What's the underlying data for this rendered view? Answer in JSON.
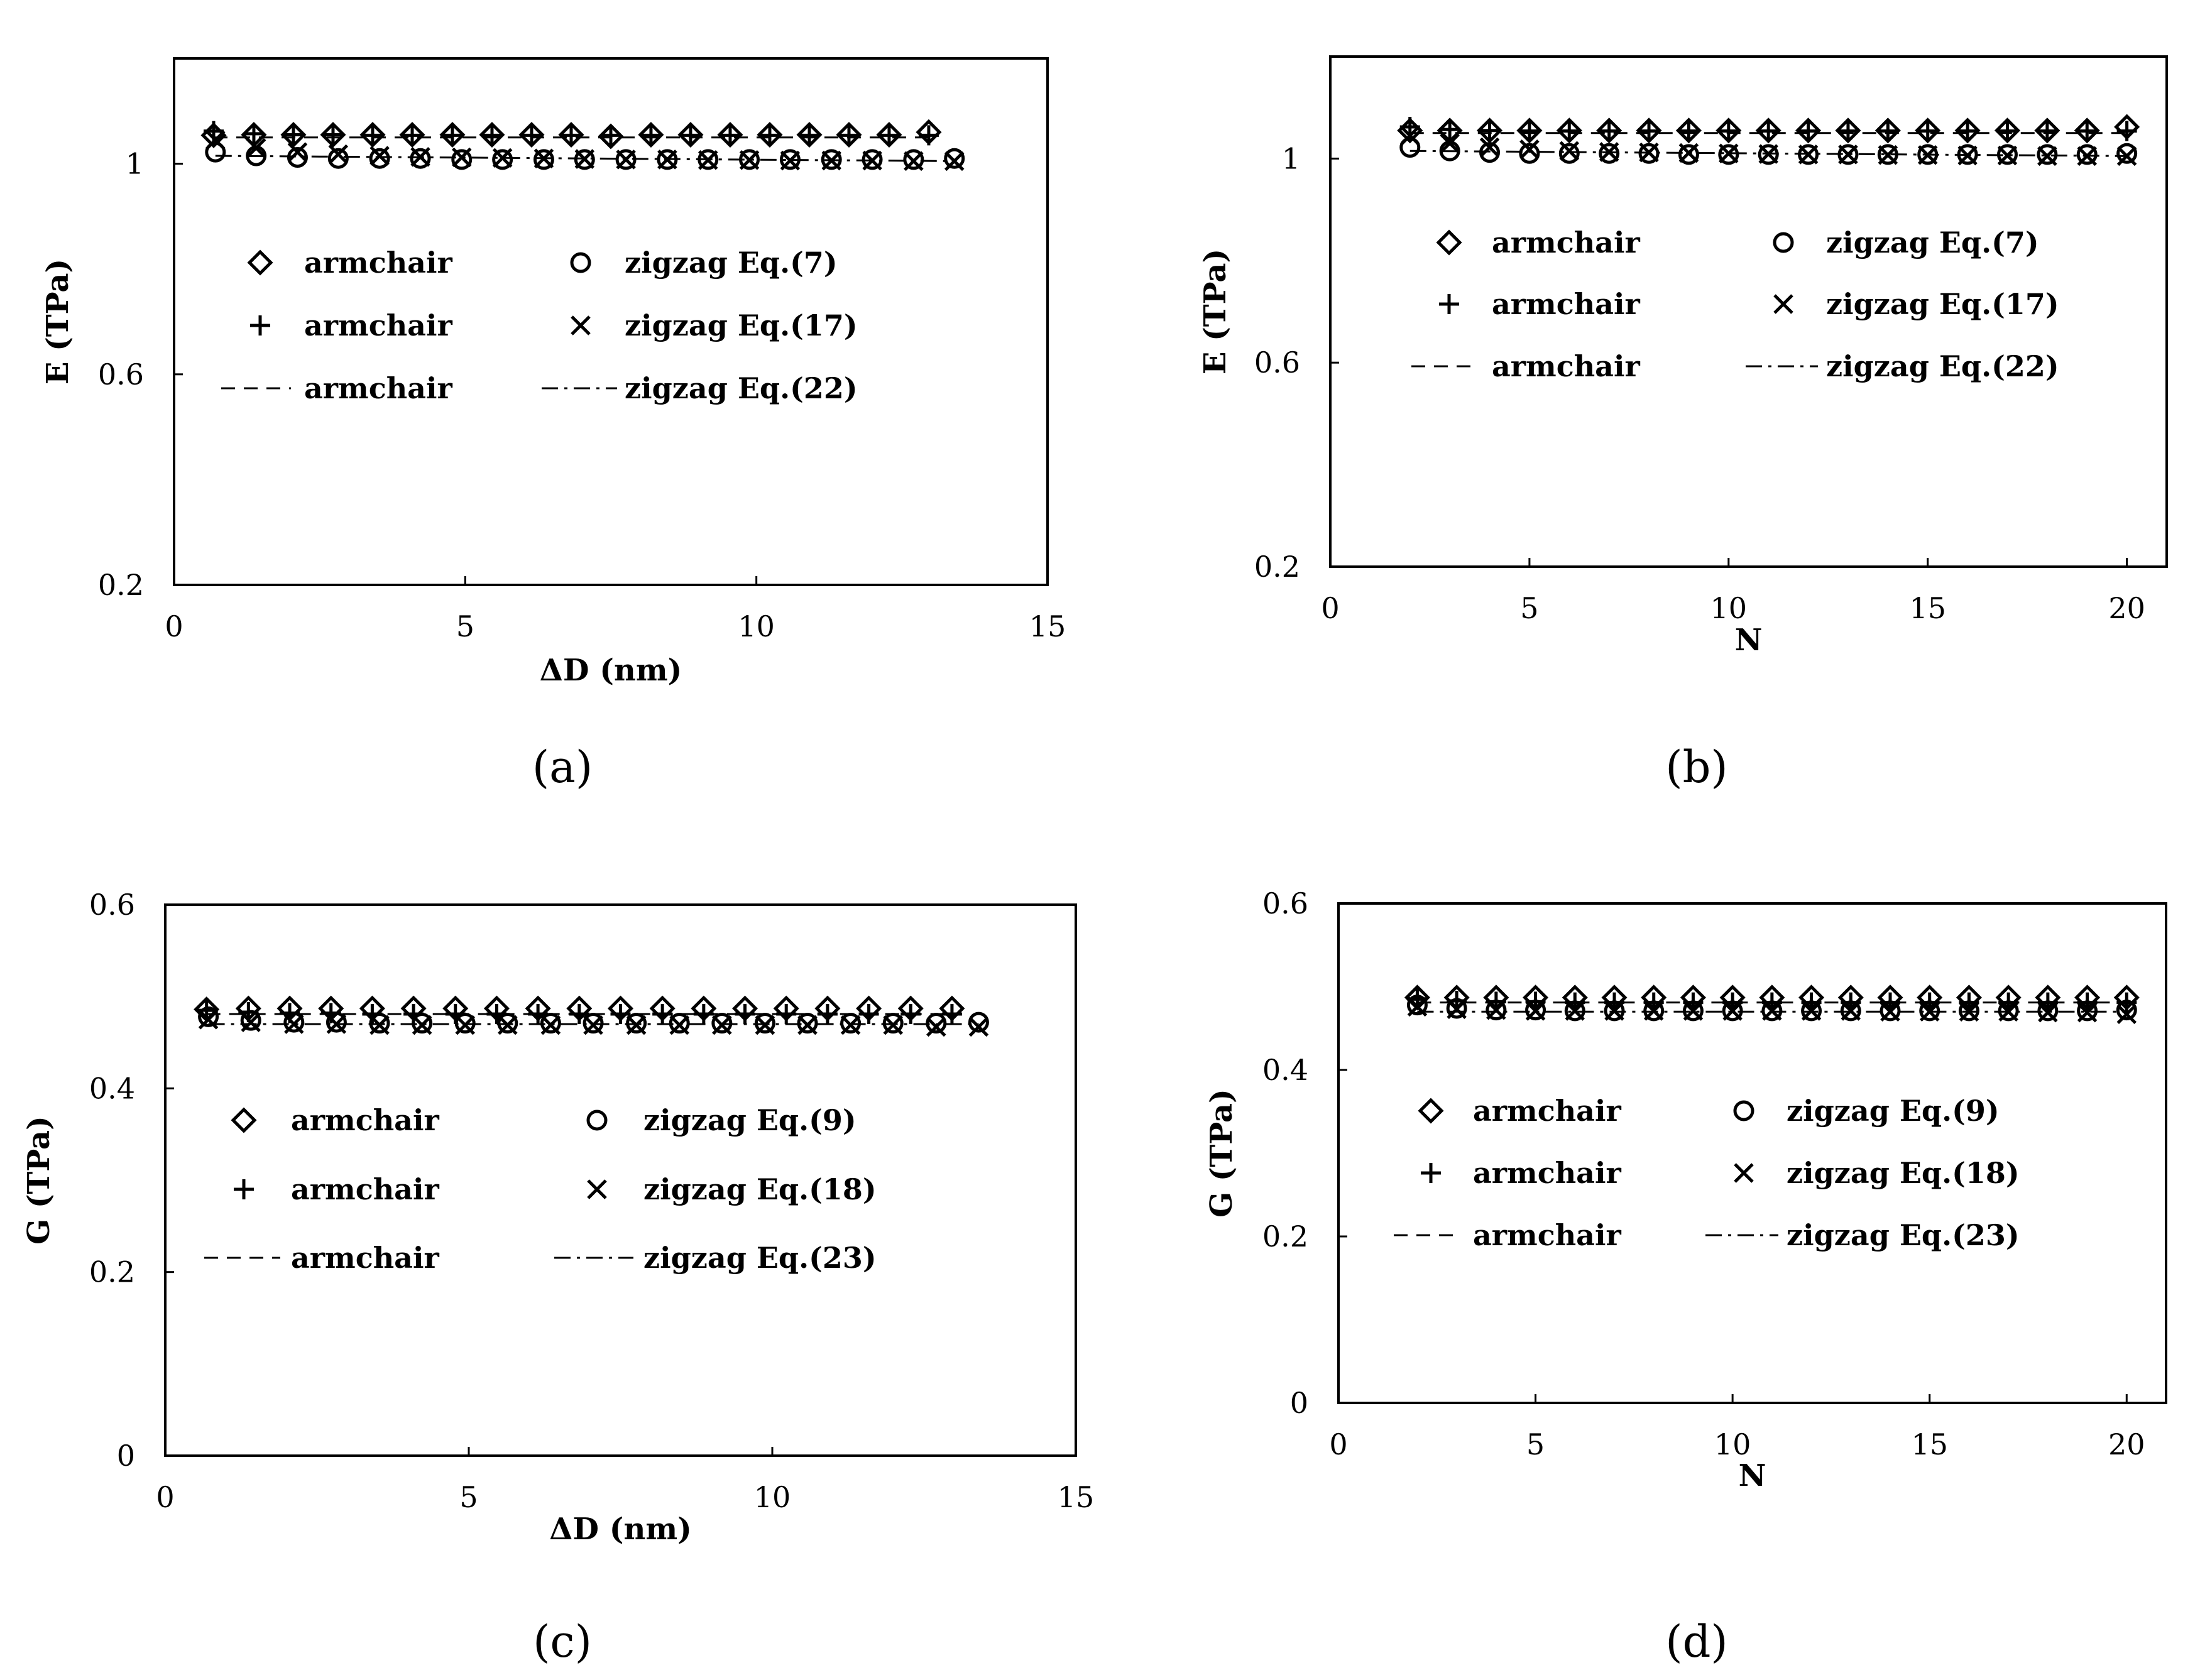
{
  "chart_data": [
    {
      "type": "scatter",
      "panel_label": "(a)",
      "xlabel": "ΔD (nm)",
      "ylabel": "E (TPa)",
      "xlim": [
        0,
        15
      ],
      "ylim": [
        0.2,
        1.2
      ],
      "xticks": [
        0,
        5,
        10,
        15
      ],
      "yticks": [
        0.2,
        0.6,
        1
      ],
      "tick_labels": {
        "x": [
          "0",
          "5",
          "10",
          "15"
        ],
        "y": [
          "0.2",
          "0.6",
          "1"
        ]
      },
      "grid": false,
      "legend_placement": "inside-center-left",
      "series": [
        {
          "name": "armchair",
          "marker": "diamond",
          "x": [
            0.68,
            1.37,
            2.05,
            2.73,
            3.41,
            4.09,
            4.78,
            5.46,
            6.14,
            6.82,
            7.5,
            8.19,
            8.87,
            9.55,
            10.23,
            10.91,
            11.59,
            12.28,
            12.96
          ],
          "y": [
            1.054,
            1.055,
            1.055,
            1.055,
            1.055,
            1.055,
            1.055,
            1.055,
            1.055,
            1.055,
            1.052,
            1.055,
            1.055,
            1.055,
            1.055,
            1.055,
            1.055,
            1.055,
            1.06
          ]
        },
        {
          "name": "zigzag Eq.(7)",
          "marker": "circle",
          "x": [
            0.71,
            1.41,
            2.12,
            2.82,
            3.53,
            4.23,
            4.94,
            5.64,
            6.35,
            7.05,
            7.76,
            8.47,
            9.17,
            9.88,
            10.58,
            11.29,
            11.99,
            12.7,
            13.4
          ],
          "y": [
            1.022,
            1.015,
            1.012,
            1.01,
            1.01,
            1.01,
            1.008,
            1.008,
            1.008,
            1.008,
            1.008,
            1.008,
            1.008,
            1.008,
            1.008,
            1.008,
            1.008,
            1.008,
            1.01
          ]
        },
        {
          "name": "armchair",
          "marker": "plus",
          "x": [
            0.68,
            1.37,
            2.05,
            2.73,
            3.41,
            4.09,
            4.78,
            5.46,
            6.14,
            6.82,
            7.5,
            8.19,
            8.87,
            9.55,
            10.23,
            10.91,
            11.59,
            12.28,
            12.96
          ],
          "y": [
            1.062,
            1.057,
            1.055,
            1.055,
            1.054,
            1.054,
            1.054,
            1.054,
            1.054,
            1.054,
            1.054,
            1.054,
            1.054,
            1.054,
            1.054,
            1.054,
            1.054,
            1.054,
            1.054
          ]
        },
        {
          "name": "zigzag Eq.(17)",
          "marker": "x",
          "x": [
            0.71,
            1.41,
            2.12,
            2.82,
            3.53,
            4.23,
            4.94,
            5.64,
            6.35,
            7.05,
            7.76,
            8.47,
            9.17,
            9.88,
            10.58,
            11.29,
            11.99,
            12.7,
            13.4
          ],
          "y": [
            1.045,
            1.03,
            1.022,
            1.018,
            1.015,
            1.013,
            1.012,
            1.011,
            1.01,
            1.009,
            1.008,
            1.008,
            1.007,
            1.007,
            1.006,
            1.006,
            1.006,
            1.005,
            1.005
          ]
        },
        {
          "name": "armchair",
          "marker": "dashed-line",
          "x": [
            0.68,
            12.96
          ],
          "y": [
            1.05,
            1.05
          ]
        },
        {
          "name": "zigzag Eq.(22)",
          "marker": "dashdot-line",
          "x": [
            0.71,
            13.4
          ],
          "y": [
            1.015,
            1.005
          ]
        }
      ]
    },
    {
      "type": "scatter",
      "panel_label": "(b)",
      "xlabel": "N",
      "ylabel": "E (TPa)",
      "xlim": [
        0,
        21
      ],
      "ylim": [
        0.2,
        1.2
      ],
      "xticks": [
        0,
        5,
        10,
        15,
        20
      ],
      "yticks": [
        0.2,
        0.6,
        1
      ],
      "tick_labels": {
        "x": [
          "0",
          "5",
          "10",
          "15",
          "20"
        ],
        "y": [
          "0.2",
          "0.6",
          "1"
        ]
      },
      "grid": false,
      "legend_placement": "inside-center-left",
      "series": [
        {
          "name": "armchair",
          "marker": "diamond",
          "x": [
            2,
            3,
            4,
            5,
            6,
            7,
            8,
            9,
            10,
            11,
            12,
            13,
            14,
            15,
            16,
            17,
            18,
            19,
            20
          ],
          "y": [
            1.055,
            1.055,
            1.055,
            1.055,
            1.055,
            1.055,
            1.055,
            1.055,
            1.055,
            1.055,
            1.055,
            1.055,
            1.055,
            1.055,
            1.055,
            1.055,
            1.055,
            1.055,
            1.062
          ]
        },
        {
          "name": "zigzag Eq.(7)",
          "marker": "circle",
          "x": [
            2,
            3,
            4,
            5,
            6,
            7,
            8,
            9,
            10,
            11,
            12,
            13,
            14,
            15,
            16,
            17,
            18,
            19,
            20
          ],
          "y": [
            1.022,
            1.015,
            1.012,
            1.01,
            1.01,
            1.01,
            1.01,
            1.008,
            1.008,
            1.008,
            1.008,
            1.008,
            1.008,
            1.008,
            1.008,
            1.008,
            1.008,
            1.008,
            1.01
          ]
        },
        {
          "name": "armchair",
          "marker": "plus",
          "x": [
            2,
            3,
            4,
            5,
            6,
            7,
            8,
            9,
            10,
            11,
            12,
            13,
            14,
            15,
            16,
            17,
            18,
            19,
            20
          ],
          "y": [
            1.062,
            1.057,
            1.055,
            1.054,
            1.054,
            1.054,
            1.054,
            1.054,
            1.054,
            1.054,
            1.054,
            1.054,
            1.054,
            1.054,
            1.054,
            1.054,
            1.054,
            1.054,
            1.054
          ]
        },
        {
          "name": "zigzag Eq.(17)",
          "marker": "x",
          "x": [
            2,
            3,
            4,
            5,
            6,
            7,
            8,
            9,
            10,
            11,
            12,
            13,
            14,
            15,
            16,
            17,
            18,
            19,
            20
          ],
          "y": [
            1.045,
            1.03,
            1.022,
            1.018,
            1.015,
            1.013,
            1.012,
            1.011,
            1.01,
            1.009,
            1.008,
            1.008,
            1.007,
            1.007,
            1.006,
            1.006,
            1.005,
            1.005,
            1.005
          ]
        },
        {
          "name": "armchair",
          "marker": "dashed-line",
          "x": [
            2,
            20
          ],
          "y": [
            1.05,
            1.05
          ]
        },
        {
          "name": "zigzag Eq.(22)",
          "marker": "dashdot-line",
          "x": [
            2,
            20
          ],
          "y": [
            1.015,
            1.005
          ]
        }
      ]
    },
    {
      "type": "scatter",
      "panel_label": "(c)",
      "xlabel": "ΔD (nm)",
      "ylabel": "G (TPa)",
      "xlim": [
        0,
        15
      ],
      "ylim": [
        0,
        0.6
      ],
      "xticks": [
        0,
        5,
        10,
        15
      ],
      "yticks": [
        0,
        0.2,
        0.4,
        0.6
      ],
      "tick_labels": {
        "x": [
          "0",
          "5",
          "10",
          "15"
        ],
        "y": [
          "0",
          "0.2",
          "0.4",
          "0.6"
        ]
      },
      "grid": false,
      "legend_placement": "inside-center-left",
      "series": [
        {
          "name": "armchair",
          "marker": "diamond",
          "x": [
            0.68,
            1.37,
            2.05,
            2.73,
            3.41,
            4.09,
            4.78,
            5.46,
            6.14,
            6.82,
            7.5,
            8.19,
            8.87,
            9.55,
            10.23,
            10.91,
            11.59,
            12.28,
            12.96
          ],
          "y": [
            0.486,
            0.487,
            0.487,
            0.487,
            0.487,
            0.487,
            0.487,
            0.487,
            0.487,
            0.487,
            0.487,
            0.487,
            0.487,
            0.487,
            0.487,
            0.487,
            0.487,
            0.487,
            0.487
          ]
        },
        {
          "name": "zigzag Eq.(9)",
          "marker": "circle",
          "x": [
            0.71,
            1.41,
            2.12,
            2.82,
            3.53,
            4.23,
            4.94,
            5.64,
            6.35,
            7.05,
            7.76,
            8.47,
            9.17,
            9.88,
            10.58,
            11.29,
            11.99,
            12.7,
            13.4
          ],
          "y": [
            0.478,
            0.474,
            0.472,
            0.472,
            0.471,
            0.471,
            0.471,
            0.471,
            0.471,
            0.471,
            0.471,
            0.471,
            0.471,
            0.471,
            0.471,
            0.471,
            0.471,
            0.471,
            0.472
          ]
        },
        {
          "name": "armchair",
          "marker": "plus",
          "x": [
            0.68,
            1.37,
            2.05,
            2.73,
            3.41,
            4.09,
            4.78,
            5.46,
            6.14,
            6.82,
            7.5,
            8.19,
            8.87,
            9.55,
            10.23,
            10.91,
            11.59,
            12.28,
            12.96
          ],
          "y": [
            0.485,
            0.483,
            0.482,
            0.482,
            0.481,
            0.481,
            0.481,
            0.481,
            0.481,
            0.481,
            0.481,
            0.481,
            0.481,
            0.481,
            0.481,
            0.481,
            0.481,
            0.481,
            0.481
          ]
        },
        {
          "name": "zigzag Eq.(18)",
          "marker": "x",
          "x": [
            0.71,
            1.41,
            2.12,
            2.82,
            3.53,
            4.23,
            4.94,
            5.64,
            6.35,
            7.05,
            7.76,
            8.47,
            9.17,
            9.88,
            10.58,
            11.29,
            11.99,
            12.7,
            13.4
          ],
          "y": [
            0.475,
            0.472,
            0.47,
            0.47,
            0.469,
            0.469,
            0.469,
            0.469,
            0.469,
            0.469,
            0.469,
            0.469,
            0.469,
            0.469,
            0.469,
            0.469,
            0.469,
            0.467,
            0.467
          ]
        },
        {
          "name": "armchair",
          "marker": "dashed-line",
          "x": [
            0.68,
            12.96
          ],
          "y": [
            0.481,
            0.481
          ]
        },
        {
          "name": "zigzag Eq.(23)",
          "marker": "dashdot-line",
          "x": [
            0.71,
            13.4
          ],
          "y": [
            0.47,
            0.47
          ]
        }
      ]
    },
    {
      "type": "scatter",
      "panel_label": "(d)",
      "xlabel": "N",
      "ylabel": "G (TPa)",
      "xlim": [
        0,
        21
      ],
      "ylim": [
        0,
        0.6
      ],
      "xticks": [
        0,
        5,
        10,
        15,
        20
      ],
      "yticks": [
        0,
        0.2,
        0.4,
        0.6
      ],
      "tick_labels": {
        "x": [
          "0",
          "5",
          "10",
          "15",
          "20"
        ],
        "y": [
          "0",
          "0.2",
          "0.4",
          "0.6"
        ]
      },
      "grid": false,
      "legend_placement": "inside-center-left",
      "series": [
        {
          "name": "armchair",
          "marker": "diamond",
          "x": [
            2,
            3,
            4,
            5,
            6,
            7,
            8,
            9,
            10,
            11,
            12,
            13,
            14,
            15,
            16,
            17,
            18,
            19,
            20
          ],
          "y": [
            0.487,
            0.487,
            0.487,
            0.487,
            0.487,
            0.487,
            0.487,
            0.487,
            0.487,
            0.487,
            0.487,
            0.487,
            0.487,
            0.487,
            0.487,
            0.487,
            0.487,
            0.487,
            0.487
          ]
        },
        {
          "name": "zigzag Eq.(9)",
          "marker": "circle",
          "x": [
            2,
            3,
            4,
            5,
            6,
            7,
            8,
            9,
            10,
            11,
            12,
            13,
            14,
            15,
            16,
            17,
            18,
            19,
            20
          ],
          "y": [
            0.478,
            0.474,
            0.472,
            0.472,
            0.471,
            0.471,
            0.471,
            0.471,
            0.471,
            0.471,
            0.471,
            0.471,
            0.471,
            0.471,
            0.471,
            0.471,
            0.471,
            0.471,
            0.472
          ]
        },
        {
          "name": "armchair",
          "marker": "plus",
          "x": [
            2,
            3,
            4,
            5,
            6,
            7,
            8,
            9,
            10,
            11,
            12,
            13,
            14,
            15,
            16,
            17,
            18,
            19,
            20
          ],
          "y": [
            0.485,
            0.483,
            0.482,
            0.482,
            0.481,
            0.481,
            0.481,
            0.481,
            0.481,
            0.481,
            0.481,
            0.481,
            0.481,
            0.481,
            0.481,
            0.481,
            0.481,
            0.481,
            0.481
          ]
        },
        {
          "name": "zigzag Eq.(18)",
          "marker": "x",
          "x": [
            2,
            3,
            4,
            5,
            6,
            7,
            8,
            9,
            10,
            11,
            12,
            13,
            14,
            15,
            16,
            17,
            18,
            19,
            20
          ],
          "y": [
            0.476,
            0.473,
            0.472,
            0.471,
            0.471,
            0.471,
            0.471,
            0.471,
            0.471,
            0.471,
            0.471,
            0.471,
            0.47,
            0.47,
            0.47,
            0.47,
            0.469,
            0.469,
            0.467
          ]
        },
        {
          "name": "armchair",
          "marker": "dashed-line",
          "x": [
            2,
            20
          ],
          "y": [
            0.481,
            0.481
          ]
        },
        {
          "name": "zigzag Eq.(23)",
          "marker": "dashdot-line",
          "x": [
            2,
            20
          ],
          "y": [
            0.47,
            0.47
          ]
        }
      ]
    }
  ]
}
